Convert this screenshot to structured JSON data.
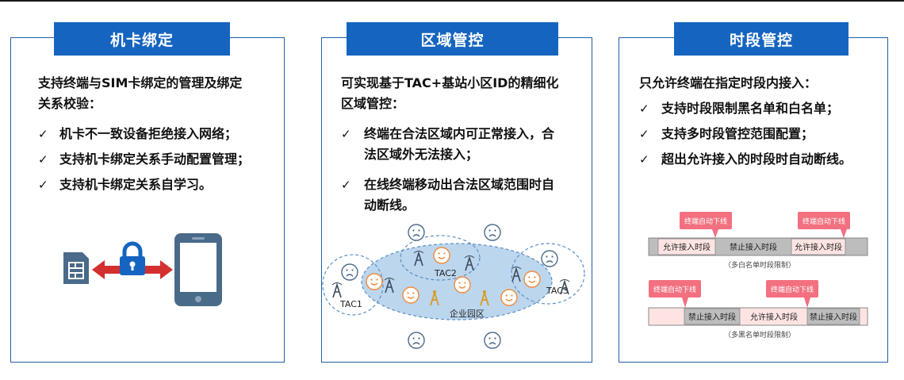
{
  "panels": [
    {
      "title": "机卡绑定",
      "desc_lines": [
        "支持终端与SIM卡绑定的管理及绑定",
        "关系校验："
      ],
      "bullets": [
        {
          "lines": [
            "机卡不一致设备拒绝接入网络；"
          ]
        },
        {
          "lines": [
            "支持机卡绑定关系手动配置管理；"
          ]
        },
        {
          "lines": [
            "支持机卡绑定关系自学习。"
          ]
        }
      ]
    },
    {
      "title": "区域管控",
      "desc_lines": [
        "可实现基于TAC+基站小区ID的精细化",
        "区域管控："
      ],
      "bullets": [
        {
          "lines": [
            "终端在合法区域内可正常接入，合",
            "法区域外无法接入；"
          ]
        },
        {
          "lines": [
            "在线终端移动出合法区域范围时自",
            "动断线。"
          ]
        }
      ],
      "diagram": {
        "tac1": "TAC1",
        "tac2": "TAC2",
        "tac3": "TAC3",
        "park": "企业园区"
      }
    },
    {
      "title": "时段管控",
      "desc_lines": [
        "只允许终端在指定时段内接入："
      ],
      "bullets": [
        {
          "lines": [
            "支持时段限制黑名单和白名单；"
          ]
        },
        {
          "lines": [
            "支持多时段管控范围配置；"
          ]
        },
        {
          "lines": [
            "超出允许接入的时段时自动断线。"
          ]
        }
      ],
      "timeline": {
        "white": {
          "segments": [
            "允许接入时段",
            "禁止接入时段",
            "允许接入时段"
          ],
          "caption": "（多白名单时段限制）"
        },
        "black": {
          "segments": [
            "禁止接入时段",
            "允许接入时段",
            "禁止接入时段"
          ],
          "caption": "（多黑名单时段限制）"
        },
        "callout": "终端自动下线"
      }
    }
  ],
  "check_mark": "✓",
  "colors": {
    "accent": "#1565c0",
    "border": "#1f5fa6",
    "lock_red": "#d32f2f",
    "device": "#4a6a8a",
    "callout": "#f2707f",
    "zone": "#bcd6ee"
  }
}
